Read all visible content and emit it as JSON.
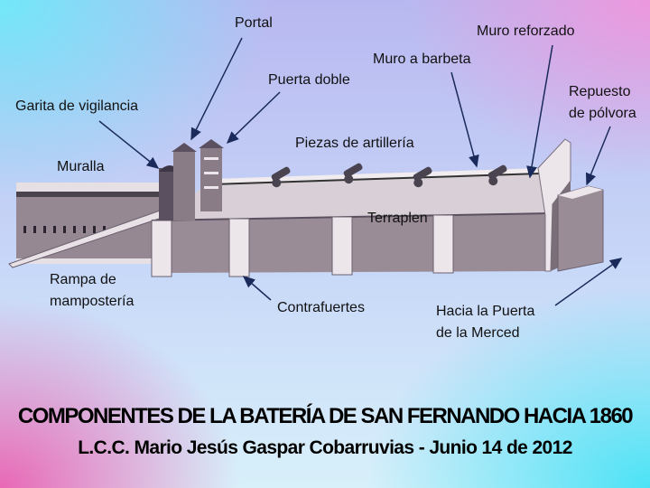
{
  "labels": {
    "portal": "Portal",
    "muro_reforzado": "Muro reforzado",
    "muro_barbeta": "Muro a barbeta",
    "puerta_doble": "Puerta doble",
    "repuesto_1": "Repuesto",
    "repuesto_2": "de pólvora",
    "garita": "Garita de vigilancia",
    "piezas": "Piezas de artillería",
    "muralla": "Muralla",
    "terraplen": "Terraplen",
    "rampa_1": "Rampa de",
    "rampa_2": "mampostería",
    "contrafuertes": "Contrafuertes",
    "hacia_1": "Hacia la Puerta",
    "hacia_2": "de la Merced"
  },
  "title": "COMPONENTES DE LA BATERÍA DE SAN FERNANDO HACIA 1860",
  "subtitle": "L.C.C. Mario Jesús Gaspar Cobarruvias - Junio 14 de 2012",
  "colors": {
    "stone": "#9a8c96",
    "stone_light": "#e8e2e6",
    "stone_dark": "#4e4650",
    "arrow": "#1a2a5a"
  }
}
